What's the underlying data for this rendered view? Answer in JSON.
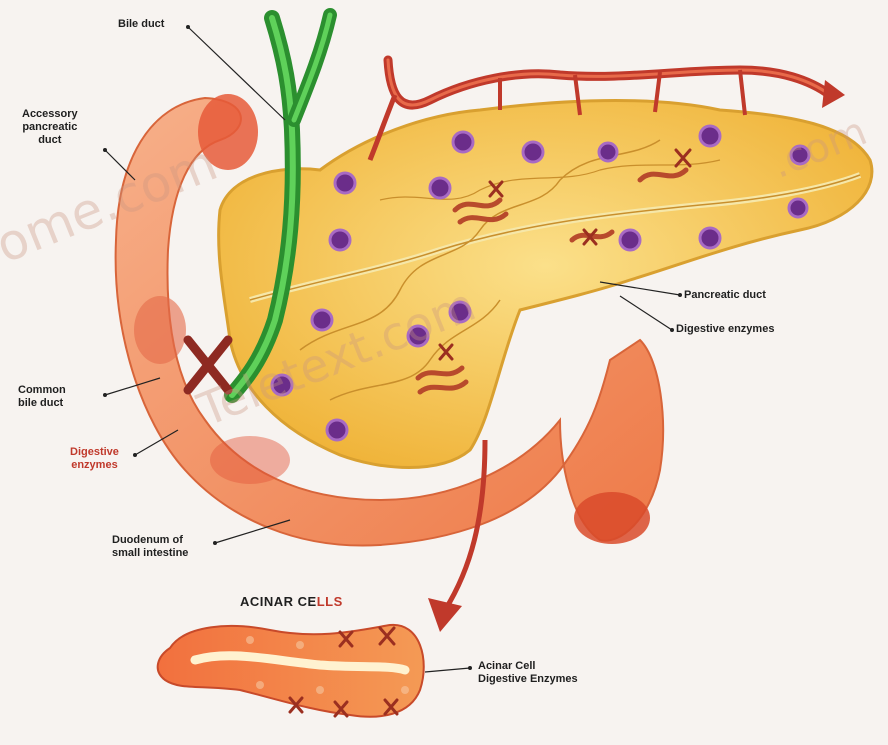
{
  "labels": {
    "bile_duct": "Bile duct",
    "accessory_pancreatic_duct": "Accessory\npancreatic\nduct",
    "common_bile_duct": "Common\nbile duct",
    "digestive_enzymes_left": "Digestive\nenzymes",
    "duodenum": "Duodenum of\nsmall intestine",
    "pancreatic_duct": "Pancreatic duct",
    "digestive_enzymes_right": "Digestive enzymes",
    "acinar_cells_main": "ACINAR CE",
    "acinar_cells_accent": "LLS",
    "acinar_label": "Acinar Cell\nDigestive Enzymes"
  },
  "watermarks": [
    "ome.com",
    "Teletext.com",
    ".com"
  ],
  "colors": {
    "pancreas": "#f5c84a",
    "duodenum": "#f08a5a",
    "bile_duct": "#2fae3a",
    "artery": "#c0392b",
    "cell_nucleus": "#6b2d8a",
    "x_mark": "#9b2f20"
  }
}
